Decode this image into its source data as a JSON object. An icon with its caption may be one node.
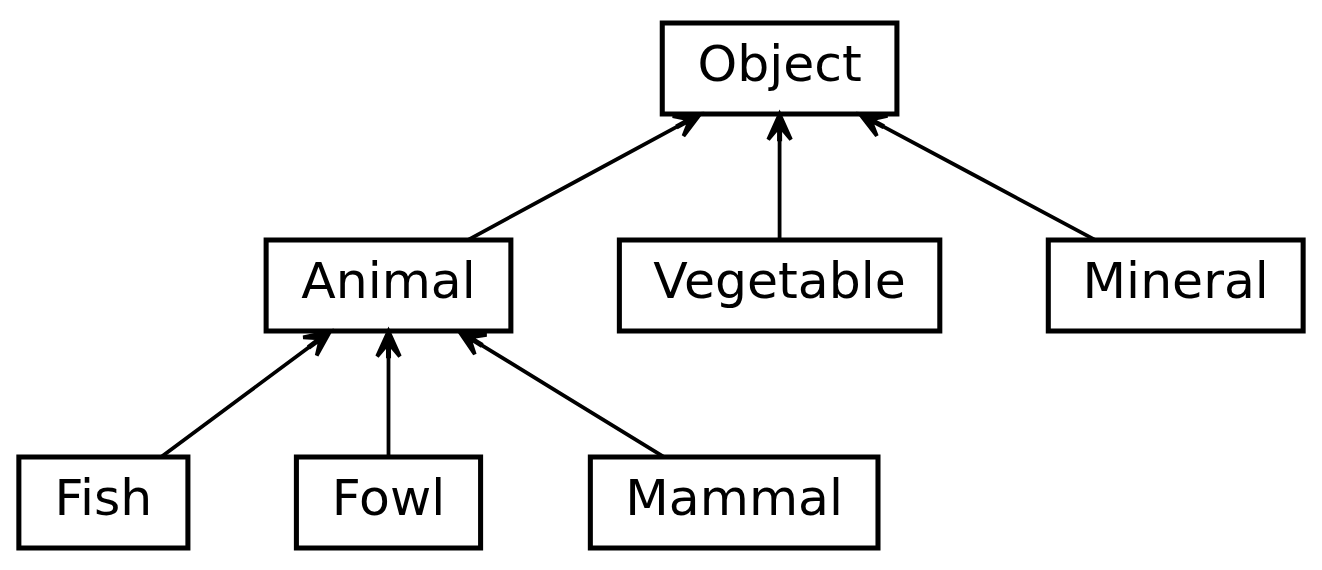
{
  "diagram": {
    "nodes": [
      {
        "text": [
          "Object"
        ]
      },
      {
        "text": [
          "Animal"
        ]
      },
      {
        "text": [
          "Vegetable"
        ]
      },
      {
        "text": [
          "Mineral"
        ]
      },
      {
        "text": [
          "Fish"
        ]
      },
      {
        "text": [
          "Fowl"
        ]
      },
      {
        "text": [
          "Mammal"
        ]
      }
    ],
    "edges": [
      {
        "from": 1,
        "to": 0,
        "arrow": "to"
      },
      {
        "from": 2,
        "to": 0,
        "arrow": "to"
      },
      {
        "from": 3,
        "to": 0,
        "arrow": "to"
      },
      {
        "from": 4,
        "to": 1,
        "arrow": "to"
      },
      {
        "from": 5,
        "to": 1,
        "arrow": "to"
      },
      {
        "from": 6,
        "to": 1,
        "arrow": "to"
      }
    ]
  }
}
